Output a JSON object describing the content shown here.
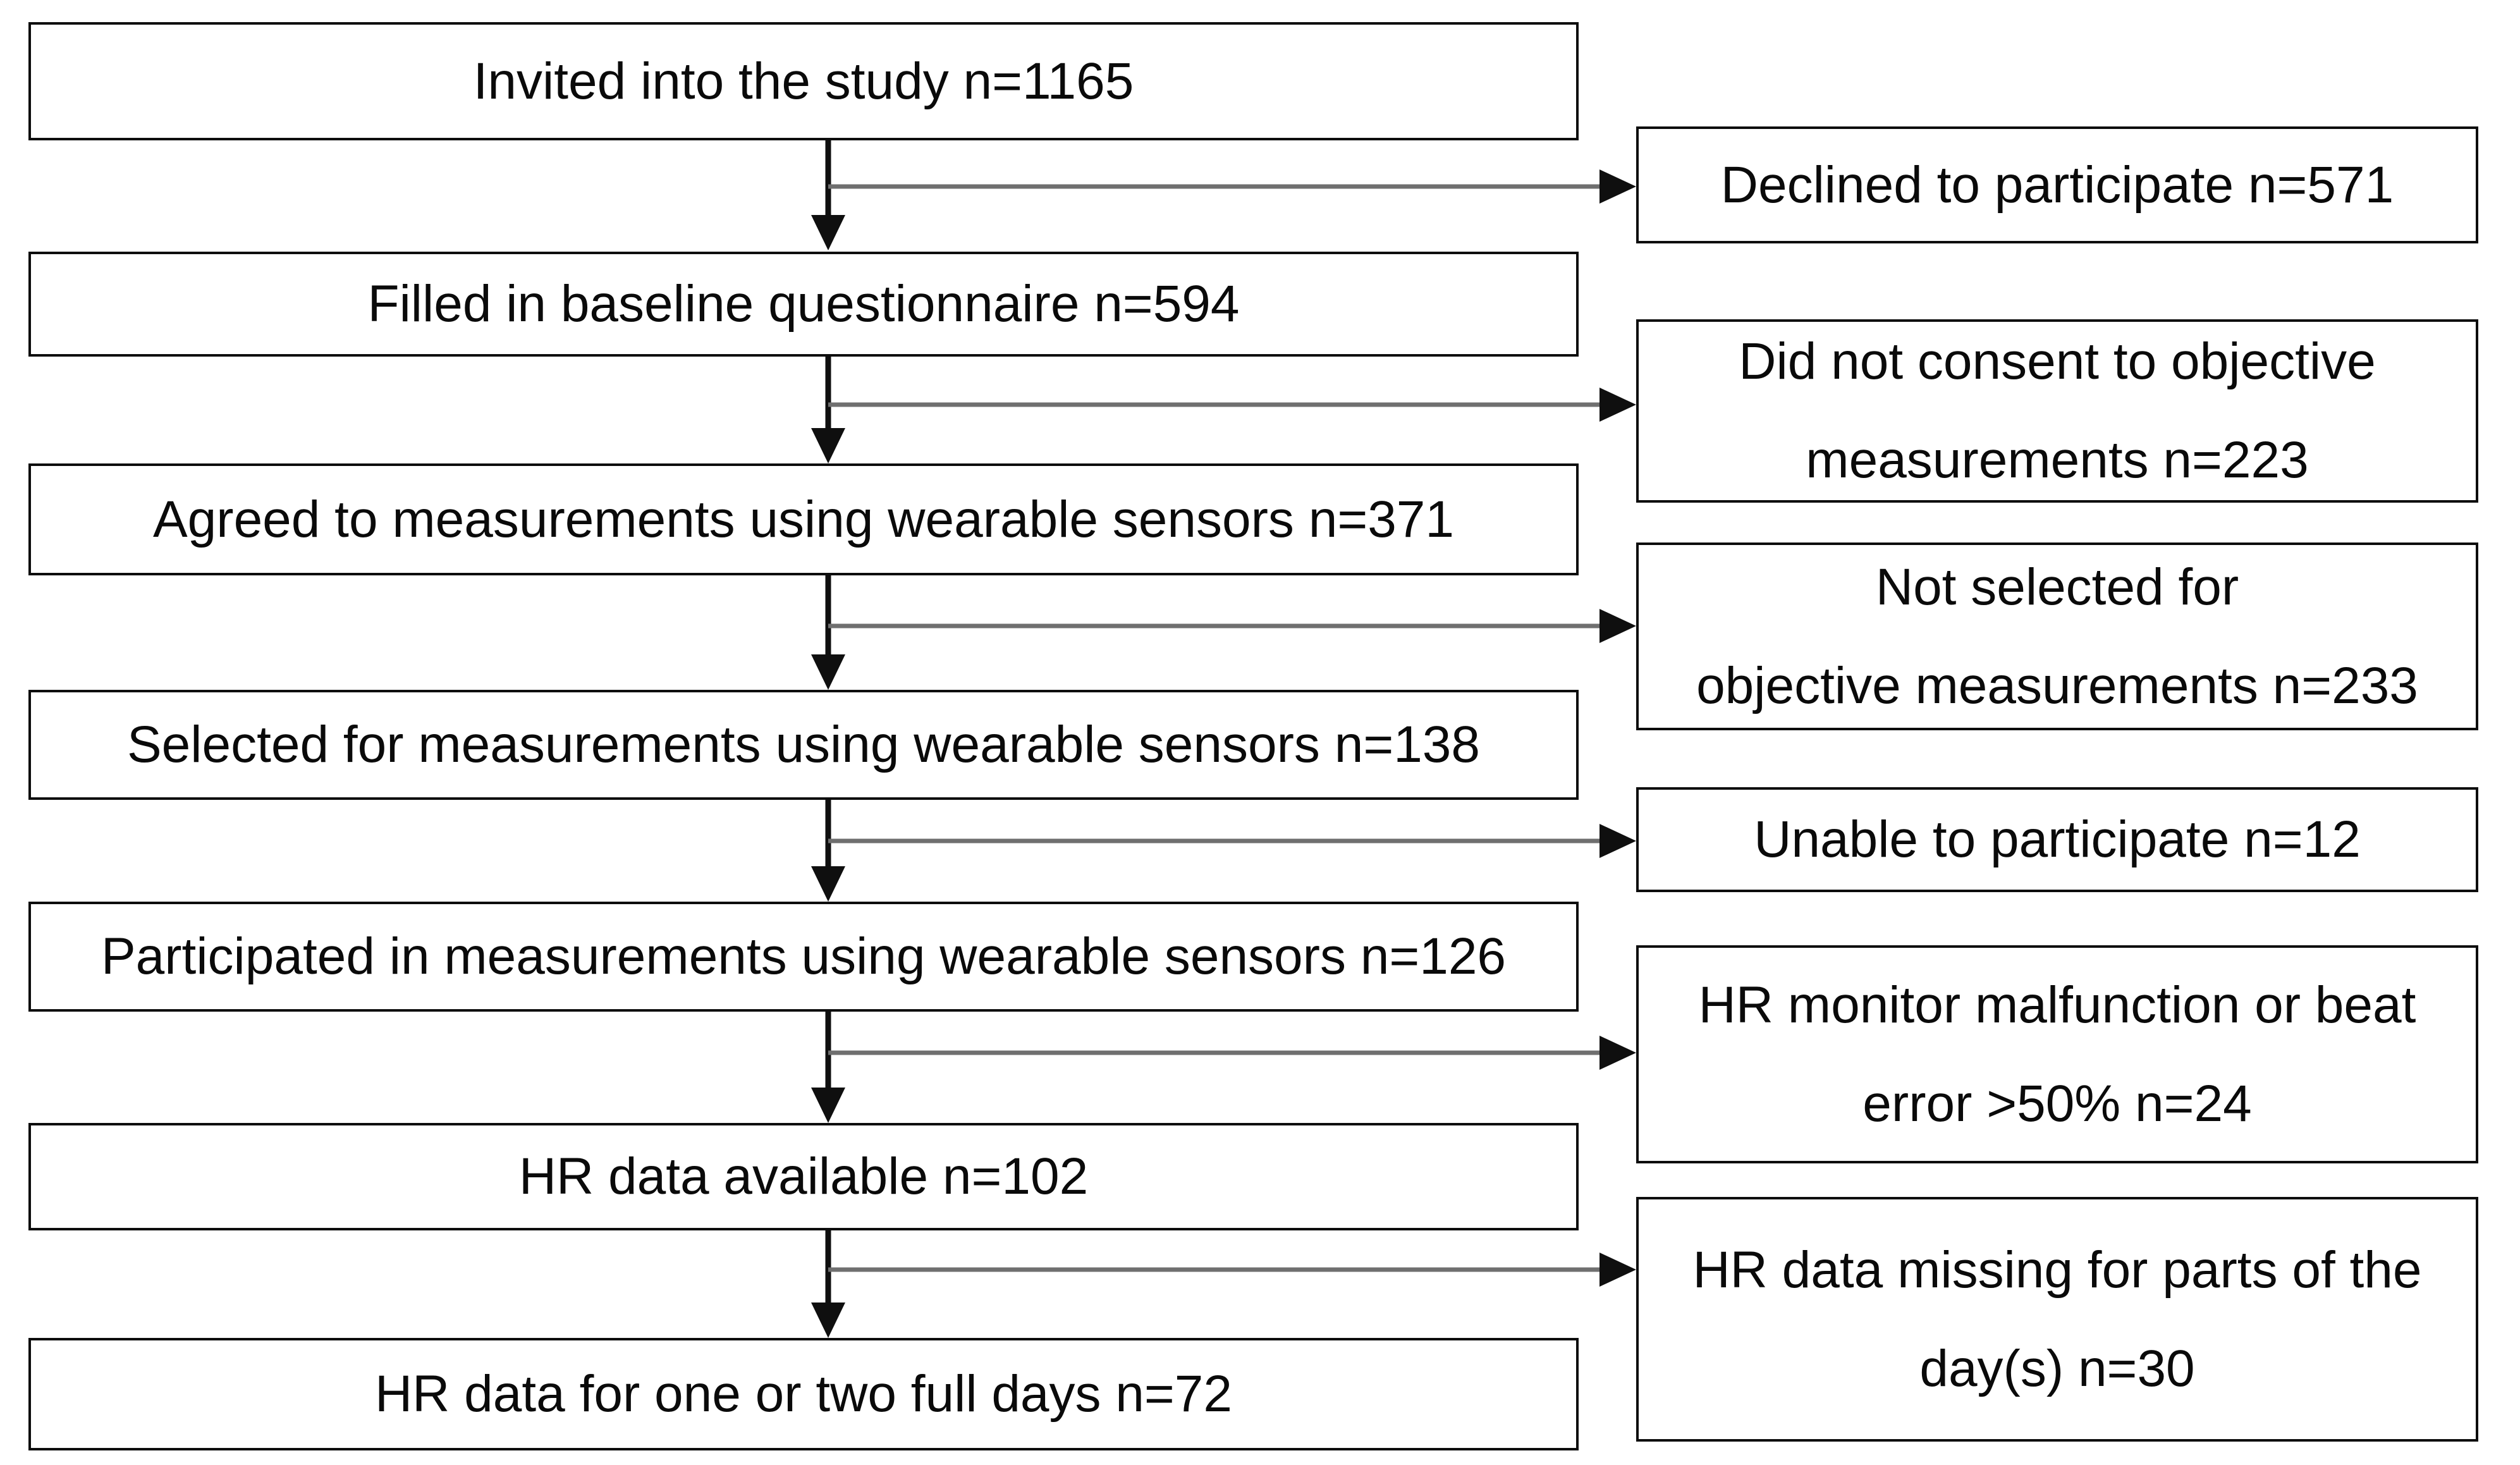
{
  "flow": {
    "main_steps": [
      {
        "label": "Invited into the study n=1165"
      },
      {
        "label": "Filled in baseline questionnaire n=594"
      },
      {
        "label": "Agreed to measurements using wearable sensors n=371"
      },
      {
        "label": "Selected for measurements using wearable sensors n=138"
      },
      {
        "label": "Participated in measurements using wearable sensors n=126"
      },
      {
        "label": "HR data available n=102"
      },
      {
        "label": "HR data for one or two full days n=72"
      }
    ],
    "exclusions": [
      {
        "lines": [
          "Declined to participate n=571"
        ]
      },
      {
        "lines": [
          "Did not consent to objective",
          "measurements n=223"
        ]
      },
      {
        "lines": [
          "Not selected for",
          "objective measurements n=233"
        ]
      },
      {
        "lines": [
          "Unable to participate n=12"
        ]
      },
      {
        "lines": [
          "HR monitor malfunction or beat",
          "error >50% n=24"
        ]
      },
      {
        "lines": [
          "HR data missing for parts of the",
          "day(s) n=30"
        ]
      }
    ],
    "counts": {
      "invited": 1165,
      "declined": 571,
      "baseline_questionnaire": 594,
      "no_consent_objective": 223,
      "agreed_wearable": 371,
      "not_selected_objective": 233,
      "selected_wearable": 138,
      "unable_to_participate": 12,
      "participated_wearable": 126,
      "hr_malfunction_or_beat_error": 24,
      "hr_data_available": 102,
      "hr_data_missing_parts": 30,
      "hr_data_full_days": 72
    },
    "colors": {
      "background": "#ffffff",
      "box_border": "#0d0d0d",
      "text": "#0a0a0a",
      "arrow_vertical": "#0f0f0f",
      "arrow_horizontal": "#6f6f6f"
    }
  }
}
